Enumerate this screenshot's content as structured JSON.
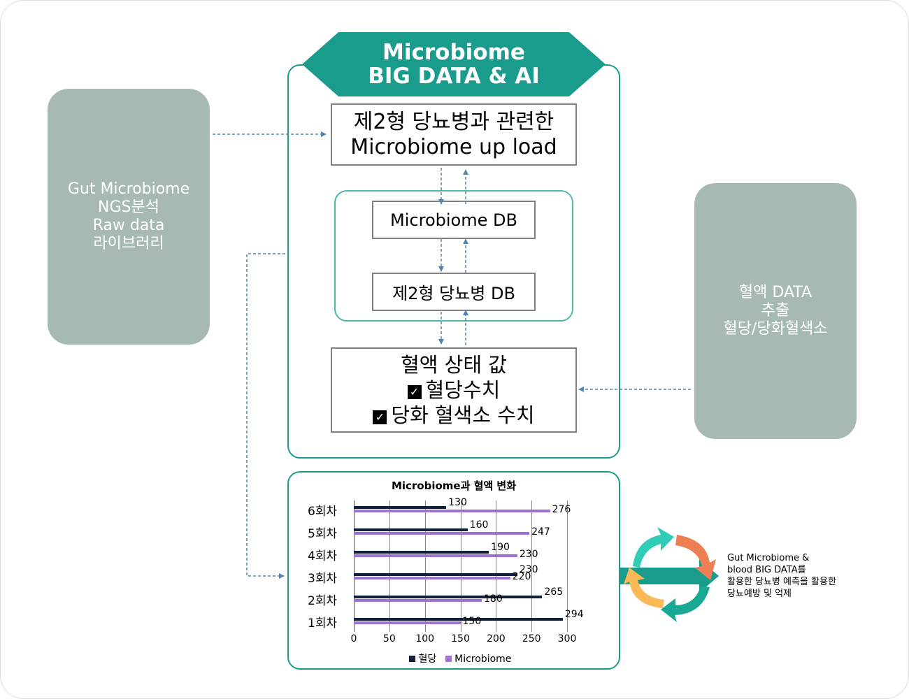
{
  "left_panel": {
    "lines": [
      "Gut Microbiome",
      "NGS분석",
      "Raw data",
      "라이브러리"
    ]
  },
  "right_panel": {
    "lines": [
      "혈액 DATA",
      "추출",
      "혈당/당화혈색소"
    ]
  },
  "banner": {
    "line1": "Microbiome",
    "line2": "BIG DATA & AI"
  },
  "upload_box": {
    "line1": "제2형 당뇨병과 관련한",
    "line2": "Microbiome up load"
  },
  "microbiome_db": "Microbiome DB",
  "diabetes_db": "제2형 당뇨병 DB",
  "blood_box": {
    "title": "혈액 상태 값",
    "items": [
      "혈당수치",
      "당화 혈색소 수치"
    ]
  },
  "outcome_text": [
    "Gut Microbiome &",
    "blood BIG DATA를",
    "활용한 당뇨병 예측을 활용한",
    "당뇨예방 및 억제"
  ],
  "colors": {
    "teal": "#1a9c8c",
    "panel": "#a7b9b5",
    "arrow": "#4f86b5",
    "series1": "#13213a",
    "series2": "#a070d8"
  },
  "chart_data": {
    "type": "bar",
    "orientation": "horizontal",
    "title": "Microbiome과 혈액 변화",
    "categories": [
      "6회차",
      "5회차",
      "4회차",
      "3회차",
      "2회차",
      "1회차"
    ],
    "series": [
      {
        "name": "혈당",
        "values": [
          130,
          160,
          190,
          230,
          265,
          294
        ]
      },
      {
        "name": "Microbiome",
        "values": [
          276,
          247,
          230,
          220,
          180,
          150
        ]
      }
    ],
    "xticks": [
      "0",
      "50",
      "100",
      "150",
      "200",
      "250",
      "300"
    ],
    "xlim": [
      0,
      300
    ],
    "grid": true,
    "legend": "bottom"
  }
}
